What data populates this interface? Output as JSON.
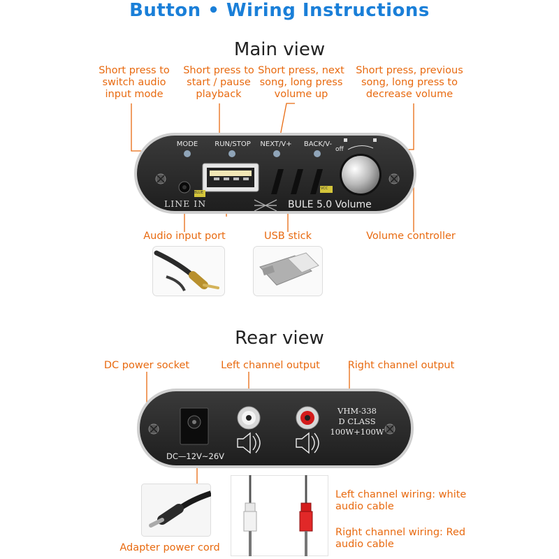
{
  "title": "Button • Wiring  Instructions",
  "main_view": {
    "heading": "Main view",
    "callouts": {
      "mode": "Short press to switch audio input mode",
      "run_stop": "Short press to start / pause playback",
      "next": "Short press, next song, long press volume up",
      "back": "Short press, previous song, long press to decrease volume",
      "audio_input": "Audio input port",
      "usb": "USB stick",
      "volume": "Volume controller"
    },
    "panel": {
      "buttons": [
        "MODE",
        "RUN/STOP",
        "NEXT/V+",
        "BACK/V-"
      ],
      "off_label": "off",
      "line_in": "LINE IN",
      "blue_tag": "BLUE",
      "vcc_tag": "VCC",
      "brand": "BULE 5.0 Volume"
    }
  },
  "rear_view": {
    "heading": "Rear view",
    "callouts": {
      "dc_socket": "DC power socket",
      "left_out": "Left channel output",
      "right_out": "Right channel output",
      "adapter": "Adapter power cord",
      "left_wiring": "Left channel wiring: white audio cable",
      "right_wiring": "Right channel wiring: Red audio cable"
    },
    "panel": {
      "dc_label": "DC—12V~26V",
      "model": "VHM-338",
      "class": "D CLASS",
      "power": "100W+100W"
    }
  },
  "colors": {
    "title": "#1a7fd8",
    "callout": "#e86a10",
    "panel": "#2e2e2e"
  }
}
